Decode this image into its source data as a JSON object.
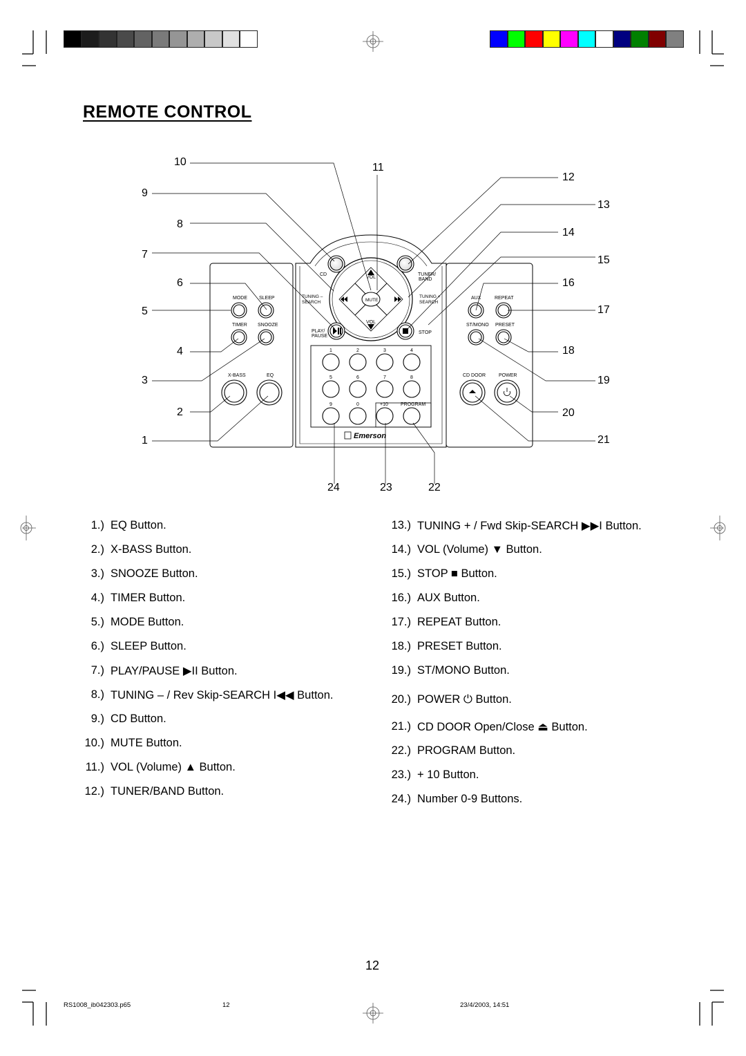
{
  "print_marks": {
    "gray_swatches": [
      "#000000",
      "#1c1c1c",
      "#333333",
      "#4a4a4a",
      "#636363",
      "#7a7a7a",
      "#959595",
      "#aeaeae",
      "#c8c8c8",
      "#e0e0e0",
      "#ffffff"
    ],
    "color_swatches": [
      "#0000ff",
      "#00ff00",
      "#ff0000",
      "#ffff00",
      "#ff00ff",
      "#00ffff",
      "#ffffff",
      "#000080",
      "#008000",
      "#800000",
      "#808080"
    ]
  },
  "title": "REMOTE CONTROL",
  "diagram": {
    "callouts_left": [
      "10",
      "9",
      "8",
      "7",
      "6",
      "5",
      "4",
      "3",
      "2",
      "1"
    ],
    "callouts_top": [
      "11"
    ],
    "callouts_right": [
      "12",
      "13",
      "14",
      "15",
      "16",
      "17",
      "18",
      "19",
      "20",
      "21"
    ],
    "callouts_bottom": [
      "24",
      "23",
      "22"
    ],
    "remote_labels": {
      "mode": "MODE",
      "sleep": "SLEEP",
      "timer": "TIMER",
      "snooze": "SNOOZE",
      "xbass": "X-BASS",
      "eq": "EQ",
      "cd": "CD",
      "vol": "VOL",
      "tuner_band": "TUNER/\nBAND",
      "mute": "MUTE",
      "tuning_minus": "TUNING –",
      "search_left": "SEARCH",
      "tuning_plus": "TUNING +",
      "search_right": "SEARCH",
      "play_pause": "PLAY/\nPAUSE",
      "stop": "STOP",
      "vol_down": "VOL",
      "aux": "AUX",
      "repeat": "REPEAT",
      "st_mono": "ST/MONO",
      "preset": "PRESET",
      "cd_door": "CD DOOR",
      "power": "POWER",
      "num_row1": [
        "1",
        "2",
        "3",
        "4"
      ],
      "num_row2": [
        "5",
        "6",
        "7",
        "8"
      ],
      "num_row3": [
        "9",
        "0",
        "+10",
        "PROGRAM"
      ],
      "brand": "Emerson"
    }
  },
  "left_list": [
    {
      "n": "1.)",
      "t": "EQ Button."
    },
    {
      "n": "2.)",
      "t": "X-BASS Button."
    },
    {
      "n": "3.)",
      "t": "SNOOZE Button."
    },
    {
      "n": "4.)",
      "t": "TIMER Button."
    },
    {
      "n": "5.)",
      "t": "MODE Button."
    },
    {
      "n": "6.)",
      "t": "SLEEP Button."
    },
    {
      "n": "7.)",
      "t": "PLAY/PAUSE ▶II Button."
    },
    {
      "n": "8.)",
      "t": "TUNING – / Rev Skip-SEARCH I◀◀ Button."
    },
    {
      "n": "9.)",
      "t": "CD Button."
    },
    {
      "n": "10.)",
      "t": "MUTE Button."
    },
    {
      "n": "11.)",
      "t": "VOL (Volume) ▲ Button."
    },
    {
      "n": "12.)",
      "t": "TUNER/BAND Button."
    }
  ],
  "right_list": [
    {
      "n": "13.)",
      "t": "TUNING + / Fwd Skip-SEARCH ▶▶I Button."
    },
    {
      "n": "14.)",
      "t": "VOL (Volume) ▼ Button."
    },
    {
      "n": "15.)",
      "t": "STOP ■ Button."
    },
    {
      "n": "16.)",
      "t": "AUX Button."
    },
    {
      "n": "17.)",
      "t": "REPEAT Button."
    },
    {
      "n": "18.)",
      "t": "PRESET Button."
    },
    {
      "n": "19.)",
      "t": "ST/MONO Button."
    },
    {
      "n": "20.)",
      "t": "POWER ⏻ Button."
    },
    {
      "n": "21.)",
      "t": "CD DOOR Open/Close ⏏ Button."
    },
    {
      "n": "22.)",
      "t": "PROGRAM Button."
    },
    {
      "n": "23.)",
      "t": "+ 10 Button."
    },
    {
      "n": "24.)",
      "t": "Number 0-9 Buttons."
    }
  ],
  "page_number": "12",
  "footer": {
    "file": "RS1008_ib042303.p65",
    "page": "12",
    "date": "23/4/2003, 14:51"
  }
}
